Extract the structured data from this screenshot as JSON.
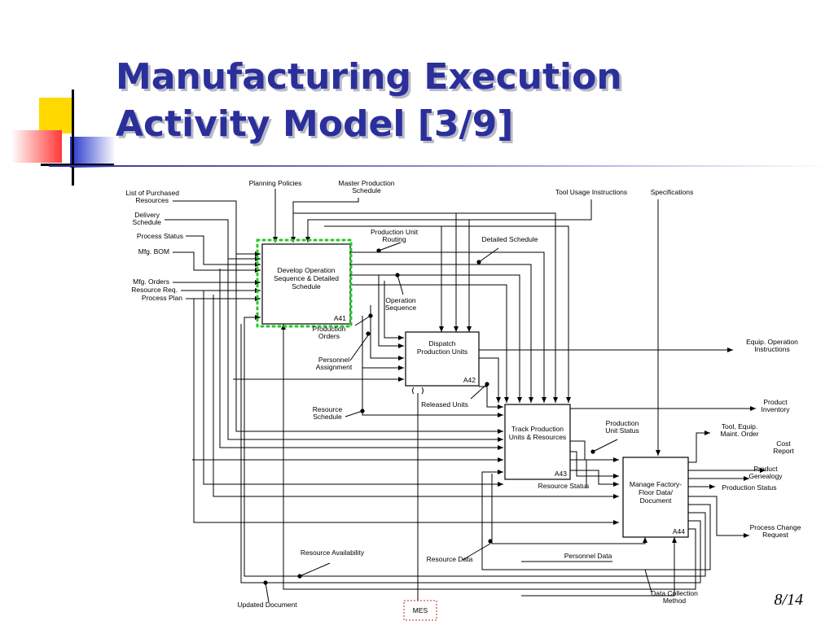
{
  "slide": {
    "title_line1": "Manufacturing Execution",
    "title_line2": "Activity Model [3/9]",
    "page": "8/14"
  },
  "colors": {
    "title": "#2a2f9a",
    "highlight": "#22cc22",
    "mes_box": "#cc2222"
  },
  "activities": {
    "a41": {
      "text": [
        "Develop Operation",
        "Sequence & Detailed",
        "Schedule"
      ],
      "node": "A41"
    },
    "a42": {
      "text": [
        "Dispatch",
        "Production Units"
      ],
      "node": "A42"
    },
    "a43": {
      "text": [
        "Track Production",
        "Units & Resources"
      ],
      "node": "A43"
    },
    "a44": {
      "text": [
        "Manage Factory-",
        "Floor Data/",
        "Document"
      ],
      "node": "A44"
    }
  },
  "inputs": {
    "purchased": [
      "List of Purchased",
      "Resources"
    ],
    "delivery": [
      "Delivery",
      "Schedule"
    ],
    "process_status": "Process Status",
    "mfg_bom": "Mfg. BOM",
    "mfg_orders": "Mfg. Orders",
    "resource_req": "Resource Req.",
    "process_plan": "Process Plan"
  },
  "controls": {
    "planning_policies": "Planning Policies",
    "master_schedule": [
      "Master Production",
      "Schedule"
    ],
    "tool_usage": "Tool Usage Instructions",
    "specifications": "Specifications"
  },
  "flows": {
    "prod_unit_routing": [
      "Production Unit",
      "Routing"
    ],
    "detailed_schedule": "Detailed Schedule",
    "operation_sequence": [
      "Operation",
      "Sequence"
    ],
    "production_orders": [
      "Production",
      "Orders"
    ],
    "personnel_assignment": [
      "Personnel",
      "Assignment"
    ],
    "resource_schedule": [
      "Resource",
      "Schedule"
    ],
    "released_units": "Released Units",
    "prod_unit_status": [
      "Production",
      "Unit Status"
    ],
    "resource_status": "Resource Status",
    "resource_availability": "Resource Availability",
    "resource_data": "Resource Data",
    "personnel_data": "Personnel Data",
    "updated_document": "Updated Document",
    "data_collection": [
      "Data Collection",
      "Method"
    ],
    "mes": "MES"
  },
  "outputs": {
    "equip_instructions": [
      "Equip. Operation",
      "Instructions"
    ],
    "product_inventory": [
      "Product",
      "Inventory"
    ],
    "tool_order": [
      "Tool, Equip.",
      "Maint. Order"
    ],
    "cost_report": [
      "Cost",
      "Report"
    ],
    "product_genealogy": [
      "Product",
      "Genealogy"
    ],
    "production_status": "Production Status",
    "process_change": [
      "Process Change",
      "Request"
    ]
  }
}
